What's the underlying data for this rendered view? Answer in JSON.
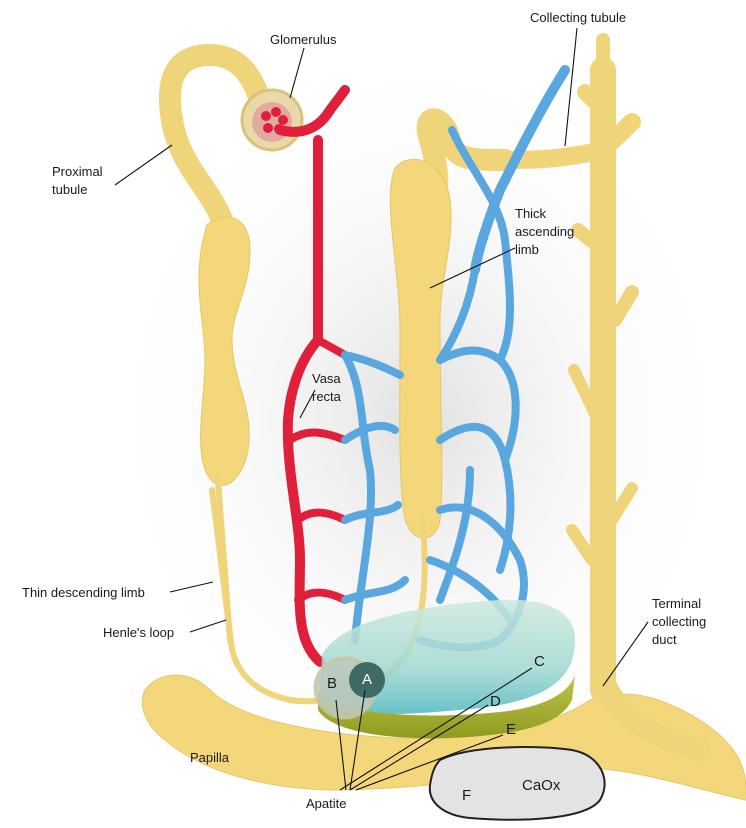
{
  "labels": {
    "glomerulus": "Glomerulus",
    "collecting_tubule": "Collecting tubule",
    "proximal_tubule_1": "Proximal",
    "proximal_tubule_2": "tubule",
    "thick_ascending_1": "Thick",
    "thick_ascending_2": "ascending",
    "thick_ascending_3": "limb",
    "vasa_recta_1": "Vasa",
    "vasa_recta_2": "recta",
    "thin_descending": "Thin descending limb",
    "henles_loop": "Henle's loop",
    "terminal_1": "Terminal",
    "terminal_2": "collecting",
    "terminal_3": "duct",
    "papilla": "Papilla",
    "apatite": "Apatite",
    "a": "A",
    "b": "B",
    "c": "C",
    "d": "D",
    "e": "E",
    "f": "F",
    "caox": "CaOx"
  },
  "colors": {
    "tubule": "#f3d77a",
    "artery": "#e0203a",
    "vein": "#5aa7e0",
    "plaque": "#9fd8d0"
  }
}
